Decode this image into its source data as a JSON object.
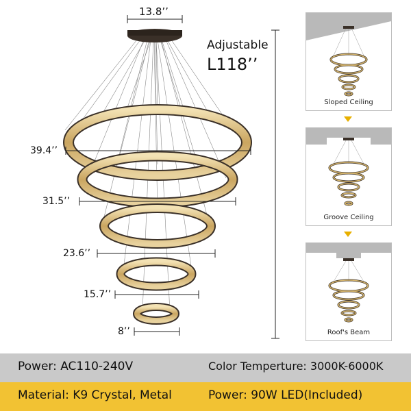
{
  "dimensions": {
    "canopy": "13.8’’",
    "adjustable_label": "Adjustable",
    "adjustable_length": "L118’’",
    "ring1": "39.4’’",
    "ring2": "31.5’’",
    "ring3": "23.6’’",
    "ring4": "15.7’’",
    "ring5": "8’’"
  },
  "ceiling_options": [
    {
      "label": "Sloped Ceiling"
    },
    {
      "label": "Groove Ceiling"
    },
    {
      "label": "Roof's Beam"
    }
  ],
  "specs": {
    "power": "Power: AC110-240V",
    "color_temperature": "Color Temperture: 3000K-6000K",
    "material": "Material: K9 Crystal, Metal",
    "power_led": "Power: 90W LED(Included)"
  },
  "colors": {
    "band_gray": "#c9c9c9",
    "band_gold": "#f2c233",
    "ring_gold": "#d4b46c",
    "ring_dark": "#3a3028",
    "arrow": "#e8b000"
  }
}
